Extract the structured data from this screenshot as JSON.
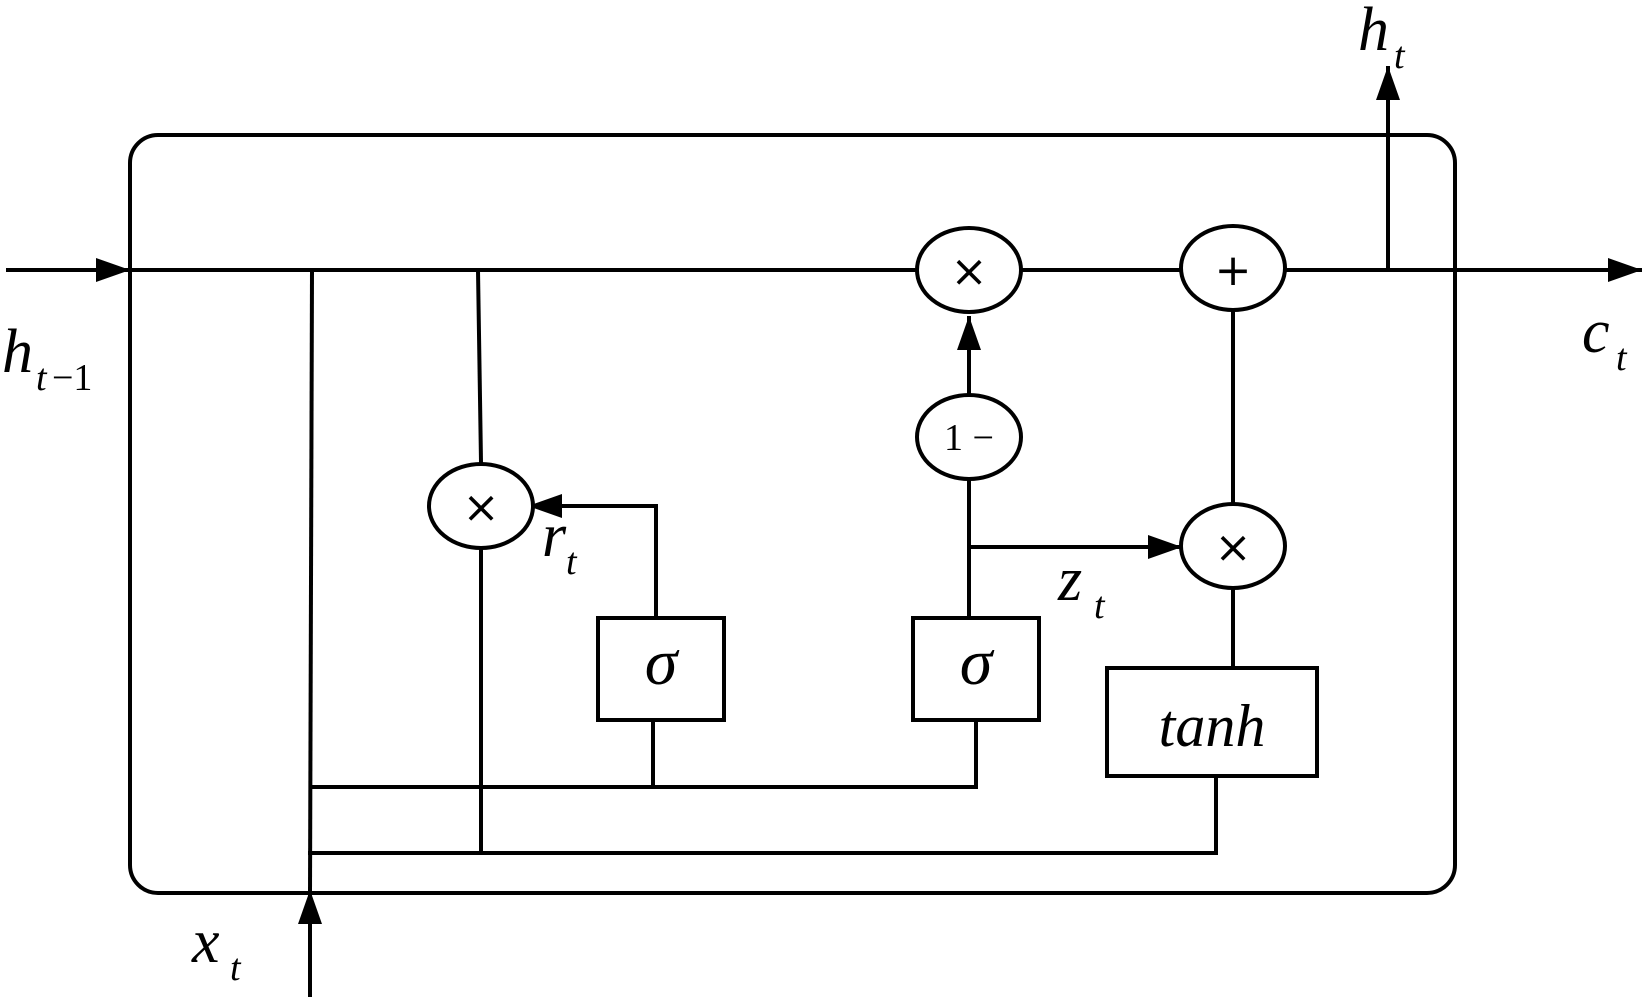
{
  "inputs": {
    "h_prev": {
      "main": "h",
      "sub_t": "t",
      "sub_rest": "−1"
    },
    "x": {
      "main": "x",
      "sub": "t"
    }
  },
  "outputs": {
    "h": {
      "main": "h",
      "sub": "t"
    },
    "c": {
      "main": "c",
      "sub": "t"
    }
  },
  "gates": {
    "reset_label": {
      "main": "r",
      "sub": "t"
    },
    "update_label": {
      "main": "z",
      "sub": "t"
    }
  },
  "operators": {
    "multiply": "×",
    "add": "+",
    "one_minus": "1 −"
  },
  "activations": {
    "sigma": "σ",
    "tanh": "tanh"
  }
}
